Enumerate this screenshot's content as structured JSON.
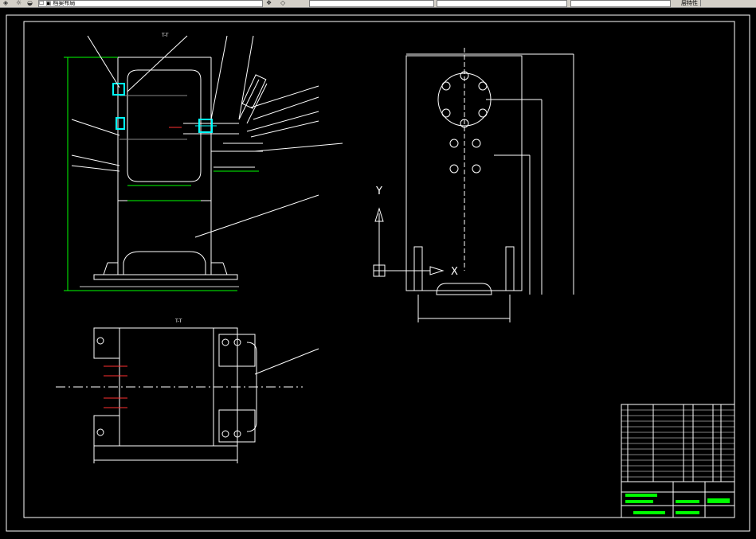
{
  "toolbar": {
    "combo_left": "☐ ▣ 档案布局",
    "button_right": "层特性",
    "icons": [
      "layer-icon",
      "sun-icon",
      "lock-icon",
      "color-icon",
      "zoom-icon"
    ]
  },
  "drawing": {
    "view_top_label": "T-T",
    "view_bottom_label": "T-T",
    "axis_y_label": "Y",
    "axis_x_label": "X"
  },
  "colors": {
    "background": "#000000",
    "line": "#ffffff",
    "dimension": "#00ff00",
    "accent": "#00ffff",
    "mark": "#ff3030"
  }
}
